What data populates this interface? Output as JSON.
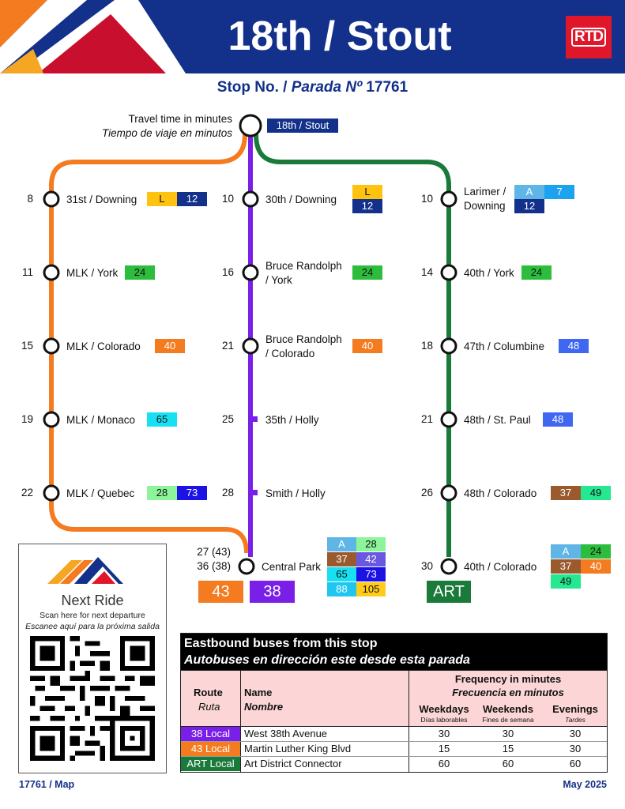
{
  "header": {
    "title": "18th / Stout",
    "logo_text": "RTD"
  },
  "stop": {
    "label_en": "Stop No. / ",
    "label_es": "Parada Nº",
    "number": "17761"
  },
  "travel_time": {
    "en": "Travel time in minutes",
    "es": "Tiempo de viaje en minutos"
  },
  "origin": {
    "name": "18th / Stout"
  },
  "lines": [
    {
      "route": "43",
      "color": "#f47b20",
      "stops": [
        {
          "time": "8",
          "name": [
            "31st / Downing"
          ],
          "badges": [
            "L",
            "12"
          ]
        },
        {
          "time": "11",
          "name": [
            "MLK / York"
          ],
          "badges": [
            "24"
          ]
        },
        {
          "time": "15",
          "name": [
            "MLK / Colorado"
          ],
          "badges": [
            "40"
          ]
        },
        {
          "time": "19",
          "name": [
            "MLK / Monaco"
          ],
          "badges": [
            "65"
          ]
        },
        {
          "time": "22",
          "name": [
            "MLK / Quebec"
          ],
          "badges": [
            "28",
            "73"
          ]
        }
      ]
    },
    {
      "route": "38",
      "color": "#7a1fe8",
      "stops": [
        {
          "time": "10",
          "name": [
            "30th / Downing"
          ],
          "badges": [
            "L",
            "12"
          ]
        },
        {
          "time": "16",
          "name": [
            "Bruce Randolph",
            "/ York"
          ],
          "badges": [
            "24"
          ]
        },
        {
          "time": "21",
          "name": [
            "Bruce Randolph",
            "/ Colorado"
          ],
          "badges": [
            "40"
          ]
        },
        {
          "time": "25",
          "name": [
            "35th / Holly"
          ],
          "badges": []
        },
        {
          "time": "28",
          "name": [
            "Smith / Holly"
          ],
          "badges": []
        }
      ]
    },
    {
      "route": "ART",
      "color": "#1a7a3a",
      "stops": [
        {
          "time": "10",
          "name": [
            "Larimer /",
            "Downing"
          ],
          "badges": [
            "A",
            "7",
            "12"
          ]
        },
        {
          "time": "14",
          "name": [
            "40th / York"
          ],
          "badges": [
            "24"
          ]
        },
        {
          "time": "18",
          "name": [
            "47th / Columbine"
          ],
          "badges": [
            "48"
          ]
        },
        {
          "time": "21",
          "name": [
            "48th / St. Paul"
          ],
          "badges": [
            "48"
          ]
        },
        {
          "time": "26",
          "name": [
            "48th / Colorado"
          ],
          "badges": [
            "37",
            "49"
          ]
        },
        {
          "time": "30",
          "name": [
            "40th / Colorado"
          ],
          "badges": [
            "A",
            "24",
            "37",
            "40",
            "49"
          ]
        }
      ]
    }
  ],
  "central_park": {
    "name": "Central Park",
    "time_a": "27 (43)",
    "time_b": "36 (38)",
    "badges": [
      "A",
      "28",
      "37",
      "42",
      "65",
      "73",
      "88",
      "105"
    ]
  },
  "route_colors": {
    "L": "#ffc20e",
    "12": "#13308a",
    "24": "#2dbd3c",
    "40": "#f47b20",
    "65": "#17e0f2",
    "28": "#8cf59a",
    "73": "#1c12e6",
    "A": "#5fb6e6",
    "7": "#1ba3f0",
    "48": "#3f67f2",
    "37": "#9a5a2e",
    "49": "#25e891",
    "42": "#6a58e0",
    "88": "#1fc6f0",
    "105": "#ffcc1a"
  },
  "next_ride": {
    "title": "Next Ride",
    "scan_en": "Scan here for next departure",
    "scan_es": "Escanee aquí para la próxima salida"
  },
  "table": {
    "title_en": "Eastbound buses from this stop",
    "title_es": "Autobuses en dirección este desde esta parada",
    "col_route": "Route",
    "col_route_es": "Ruta",
    "col_name": "Name",
    "col_name_es": "Nombre",
    "freq": "Frequency in minutes",
    "freq_es": "Frecuencia en minutos",
    "weekdays": "Weekdays",
    "weekdays_es": "Días laborables",
    "weekends": "Weekends",
    "weekends_es": "Fines de semana",
    "evenings": "Evenings",
    "evenings_es": "Tardes",
    "rows": [
      {
        "route": "38 Local",
        "color": "#7a1fe8",
        "name": "West 38th Avenue",
        "weekdays": "30",
        "weekends": "30",
        "evenings": "30"
      },
      {
        "route": "43 Local",
        "color": "#f47b20",
        "name": "Martin Luther King Blvd",
        "weekdays": "15",
        "weekends": "15",
        "evenings": "30"
      },
      {
        "route": "ART Local",
        "color": "#1a7a3a",
        "name": "Art District Connector",
        "weekdays": "60",
        "weekends": "60",
        "evenings": "60"
      }
    ]
  },
  "footer": {
    "left": "17761 / Map",
    "right": "May 2025"
  }
}
